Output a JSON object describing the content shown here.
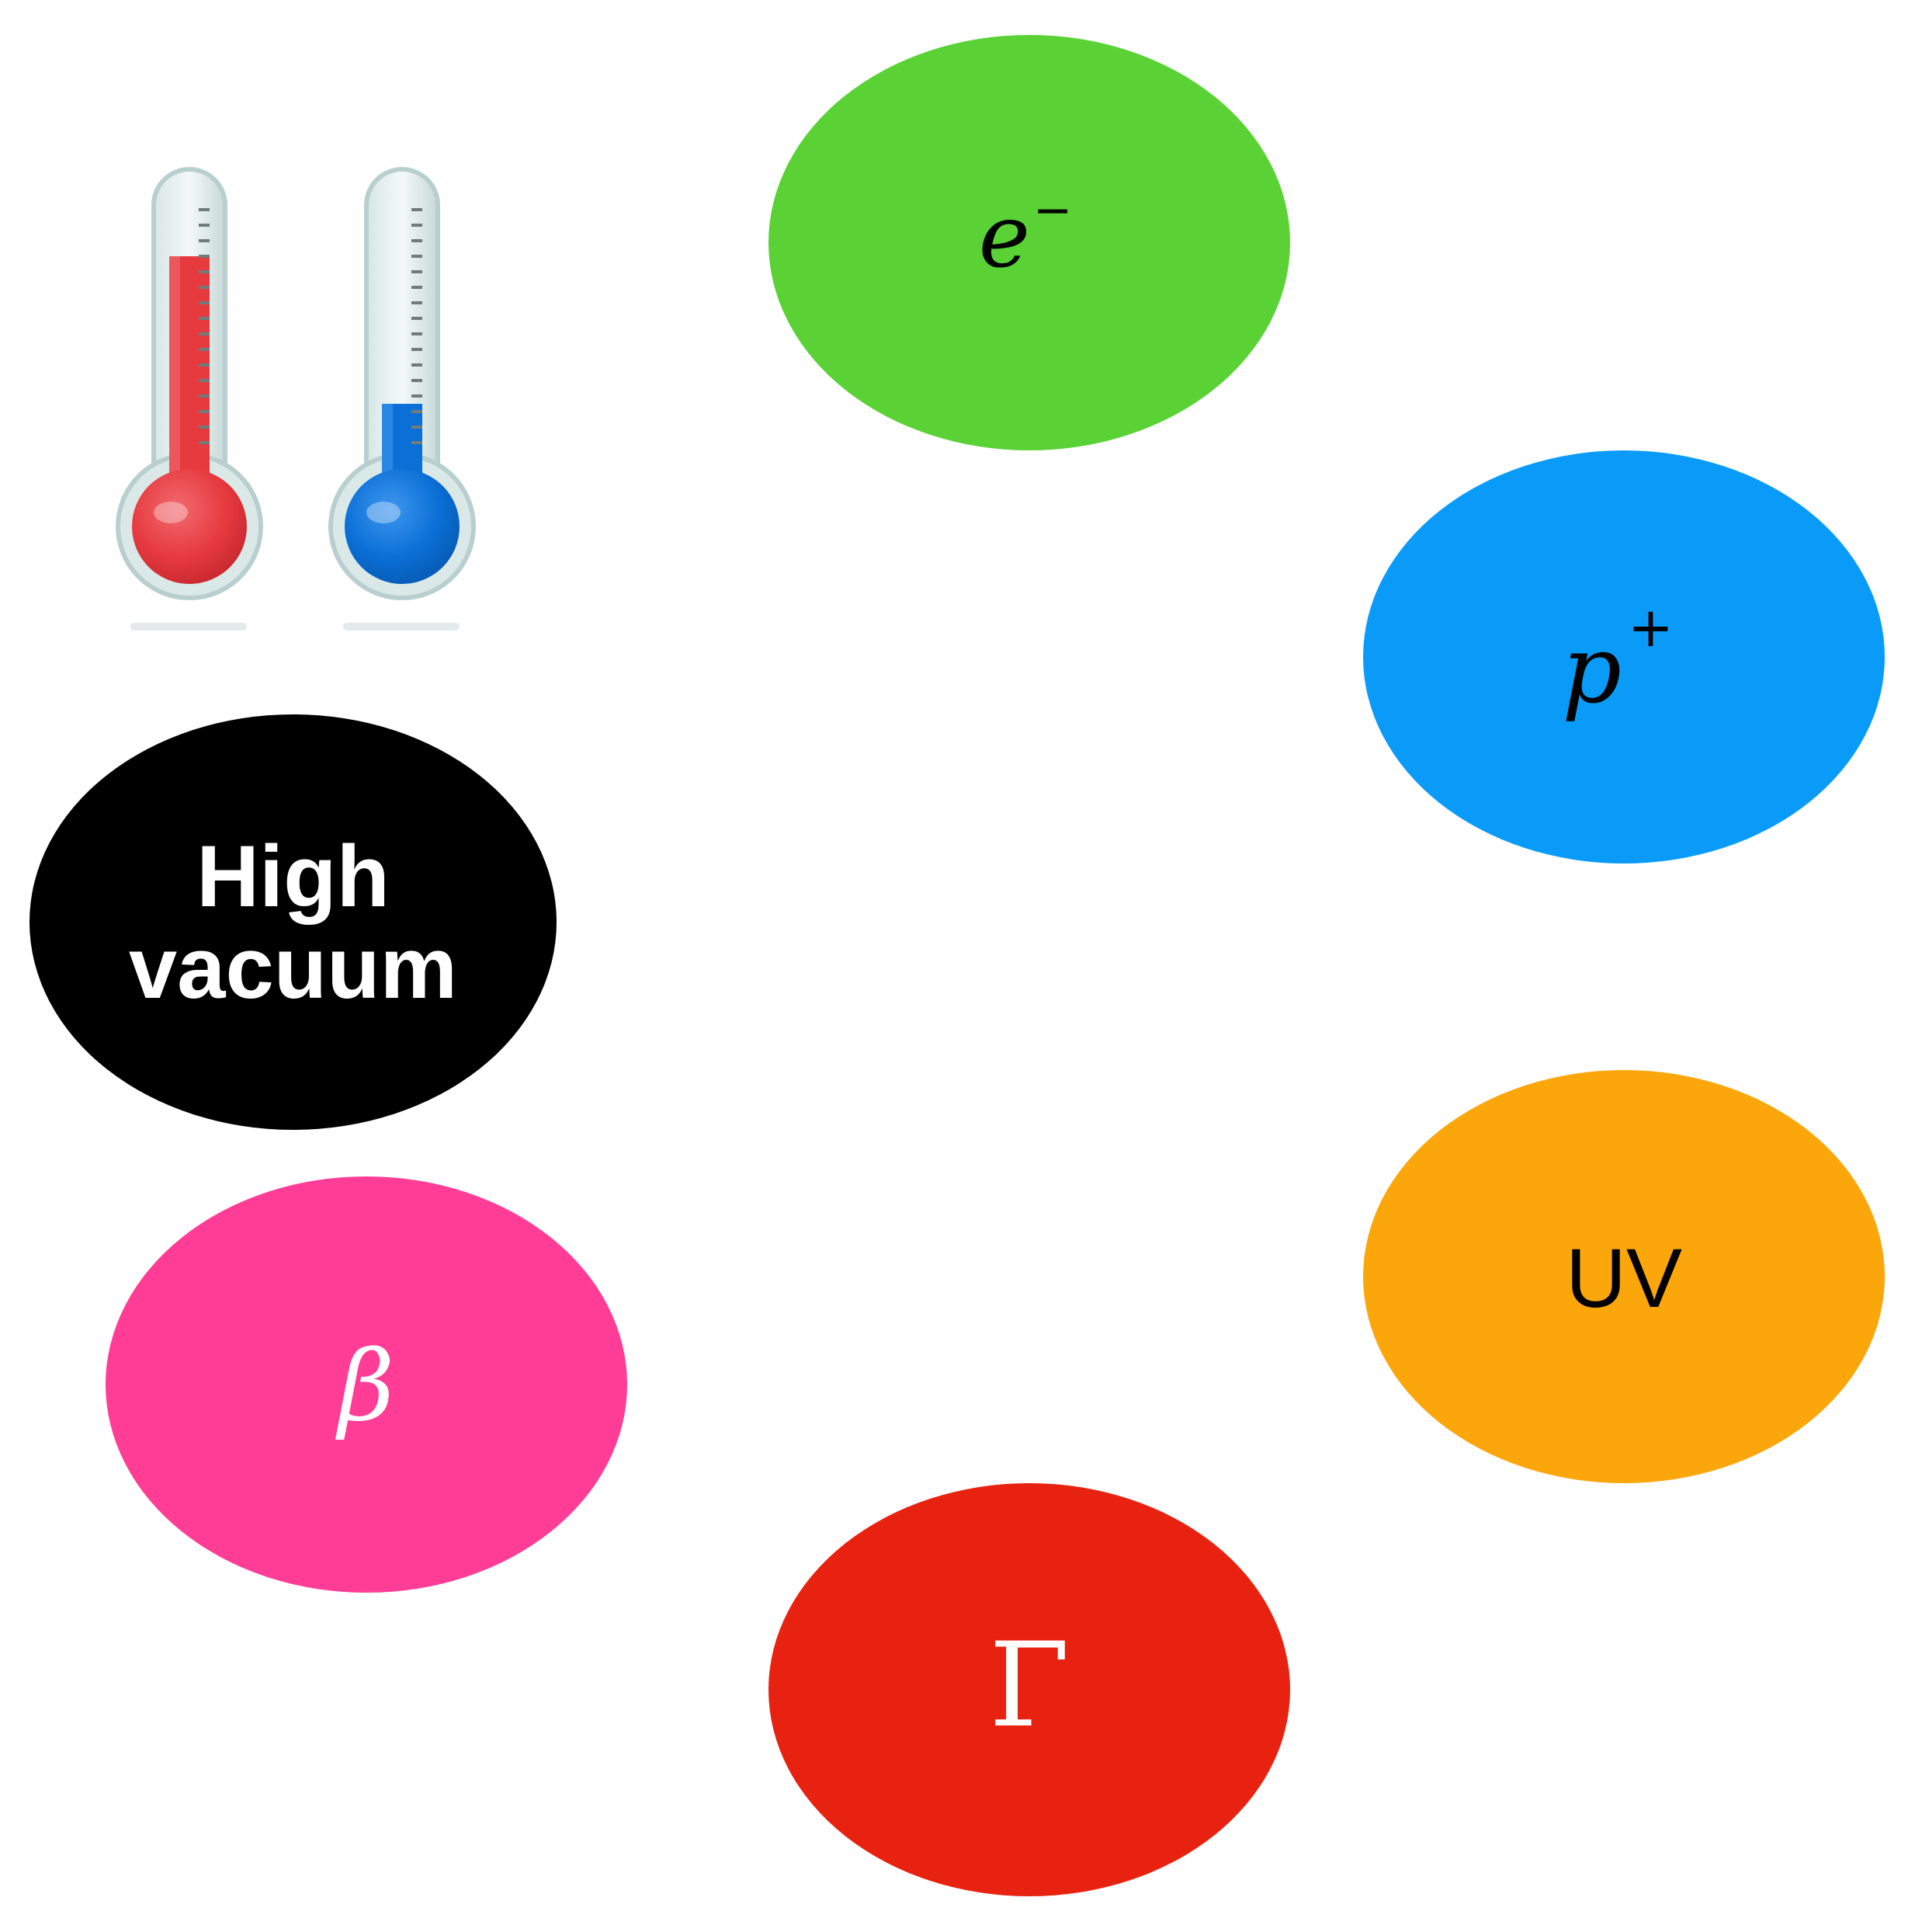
{
  "nodes": {
    "electron": {
      "symbol": "e",
      "superscript": "−",
      "color": "#5ad236"
    },
    "proton": {
      "symbol": "p",
      "superscript": "+",
      "color": "#0a9bf8"
    },
    "uv": {
      "label": "UV",
      "color": "#fba60b"
    },
    "gamma": {
      "symbol": "Γ",
      "color": "#e82210"
    },
    "beta": {
      "symbol": "β",
      "color": "#ff3d97"
    },
    "vacuum": {
      "line1": "High",
      "line2": "vacuum",
      "color": "#000000"
    }
  },
  "icons": {
    "hot": "thermometer-hot-icon",
    "cold": "thermometer-cold-icon",
    "hot_color": "#e63a3f",
    "cold_color": "#0a6fd6"
  }
}
